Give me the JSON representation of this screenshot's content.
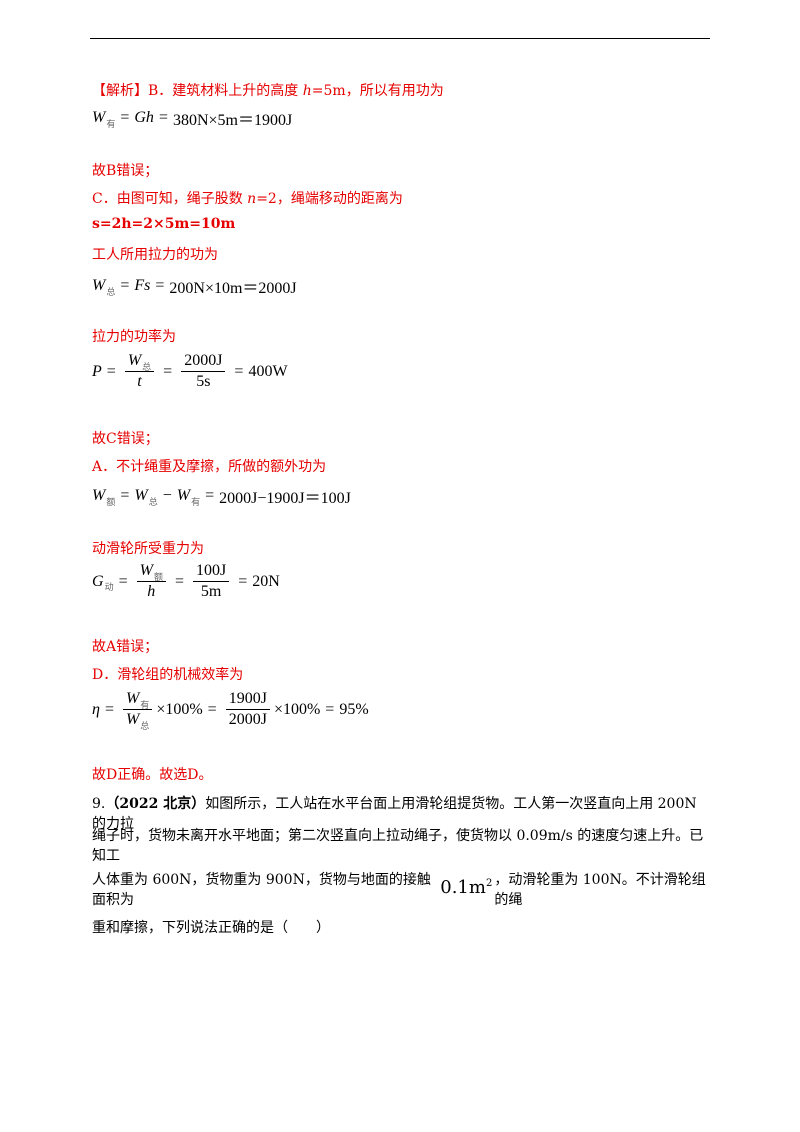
{
  "header_rule": true,
  "analysis": {
    "bracket": "【解析】",
    "b_text_pre": "B．建筑材料上升的高度 ",
    "b_h_var": "h",
    "b_text_post": "=5m，所以有用功为",
    "eq1": {
      "lhs_var": "W",
      "lhs_sub": "有",
      "rhs": "Gh",
      "eq_val": "380N×5m＝1900J"
    },
    "b_wrong": "故B错误；",
    "c_text_pre": "C．由图可知，绳子股数 ",
    "c_n_var": "n",
    "c_text_post": "=2，绳端移动的距离为",
    "c_s_line": "s=2h=2×5m=10m",
    "c_work_label": "工人所用拉力的功为",
    "eq2": {
      "lhs_var": "W",
      "lhs_sub": "总",
      "rhs": "Fs",
      "eq_val": "200N×10m＝2000J"
    },
    "c_power_label": "拉力的功率为",
    "eq3": {
      "lhs": "P",
      "num1_var": "W",
      "num1_sub": "总",
      "den1": "t",
      "num2": "2000J",
      "den2": "5s",
      "result": "400W"
    },
    "c_wrong": "故C错误；",
    "a_text": "A．不计绳重及摩擦，所做的额外功为",
    "eq4": {
      "lhs_var": "W",
      "lhs_sub": "额",
      "t1_var": "W",
      "t1_sub": "总",
      "t2_var": "W",
      "t2_sub": "有",
      "eq_val": "2000J−1900J＝100J"
    },
    "a_pulley_label": "动滑轮所受重力为",
    "eq5": {
      "lhs_var": "G",
      "lhs_sub": "动",
      "num1_var": "W",
      "num1_sub": "额",
      "den1": "h",
      "num2": "100J",
      "den2": "5m",
      "result": "20N"
    },
    "a_wrong": "故A错误；",
    "d_text": "D．滑轮组的机械效率为",
    "eq6": {
      "lhs": "η",
      "num1_var": "W",
      "num1_sub": "有",
      "den1_var": "W",
      "den1_sub": "总",
      "mult1": "×100%",
      "num2": "1900J",
      "den2": "2000J",
      "mult2": "×100%",
      "result": "95%"
    },
    "d_correct": "故D正确。故选D。"
  },
  "question": {
    "number": "9.",
    "source": "（2022 北京）",
    "text1": "如图所示，工人站在水平台面上用滑轮组提货物。工人第一次竖直向上用 200N 的力拉",
    "text2": "绳子时，货物未离开水平地面；第二次竖直向上拉动绳子，使货物以 0.09m/s 的速度匀速上升。已知工",
    "text3a": "人体重为 600N，货物重为 900N，货物与地面的接触面积为",
    "area": "0.1m",
    "area_exp": "2",
    "text3b": "，动滑轮重为 100N。不计滑轮组的绳",
    "text4": "重和摩擦，下列说法正确的是（　　）"
  }
}
